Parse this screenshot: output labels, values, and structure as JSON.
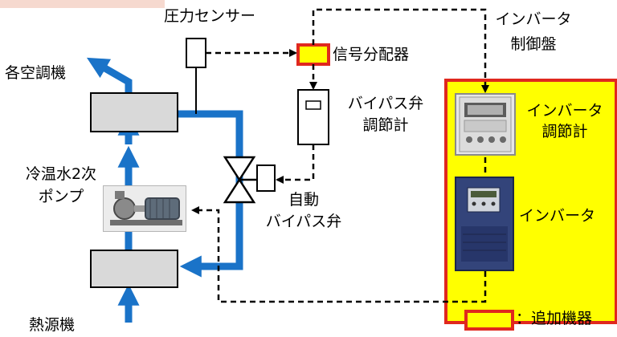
{
  "labels": {
    "pressure_sensor": "圧力センサー",
    "inverter_panel": "インバータ\n制御盤",
    "signal_distributor": "信号分配器",
    "ac_units": "各空調機",
    "bypass_controller": "バイパス弁\n調節計",
    "inverter_controller": "インバータ\n調節計",
    "secondary_pump": "冷温水2次\nポンプ",
    "auto_bypass_valve": "自動\nバイパス弁",
    "inverter": "インバータ",
    "heat_source": "熱源機",
    "legend_added": "：追加機器"
  },
  "colors": {
    "pipe": "#1a73c8",
    "highlight_fill": "#ffff00",
    "highlight_border": "#e0281e",
    "box_fill": "#d9d9d9",
    "top_band": "#f6d9cf"
  }
}
